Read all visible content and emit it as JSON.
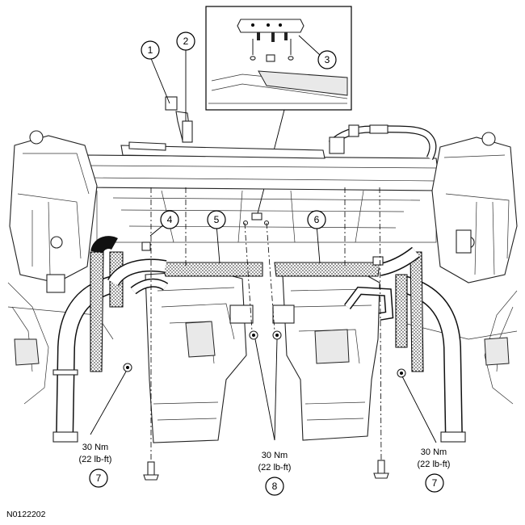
{
  "callouts": {
    "c1": "1",
    "c2": "2",
    "c3": "3",
    "c4": "4",
    "c5": "5",
    "c6": "6",
    "c7_left": "7",
    "c7_right": "7",
    "c8": "8"
  },
  "torque": {
    "left": {
      "nm": "30 Nm",
      "lbft": "(22 lb-ft)"
    },
    "center": {
      "nm": "30 Nm",
      "lbft": "(22 lb-ft)"
    },
    "right": {
      "nm": "30 Nm",
      "lbft": "(22 lb-ft)"
    }
  },
  "figure_code": "N0122202"
}
